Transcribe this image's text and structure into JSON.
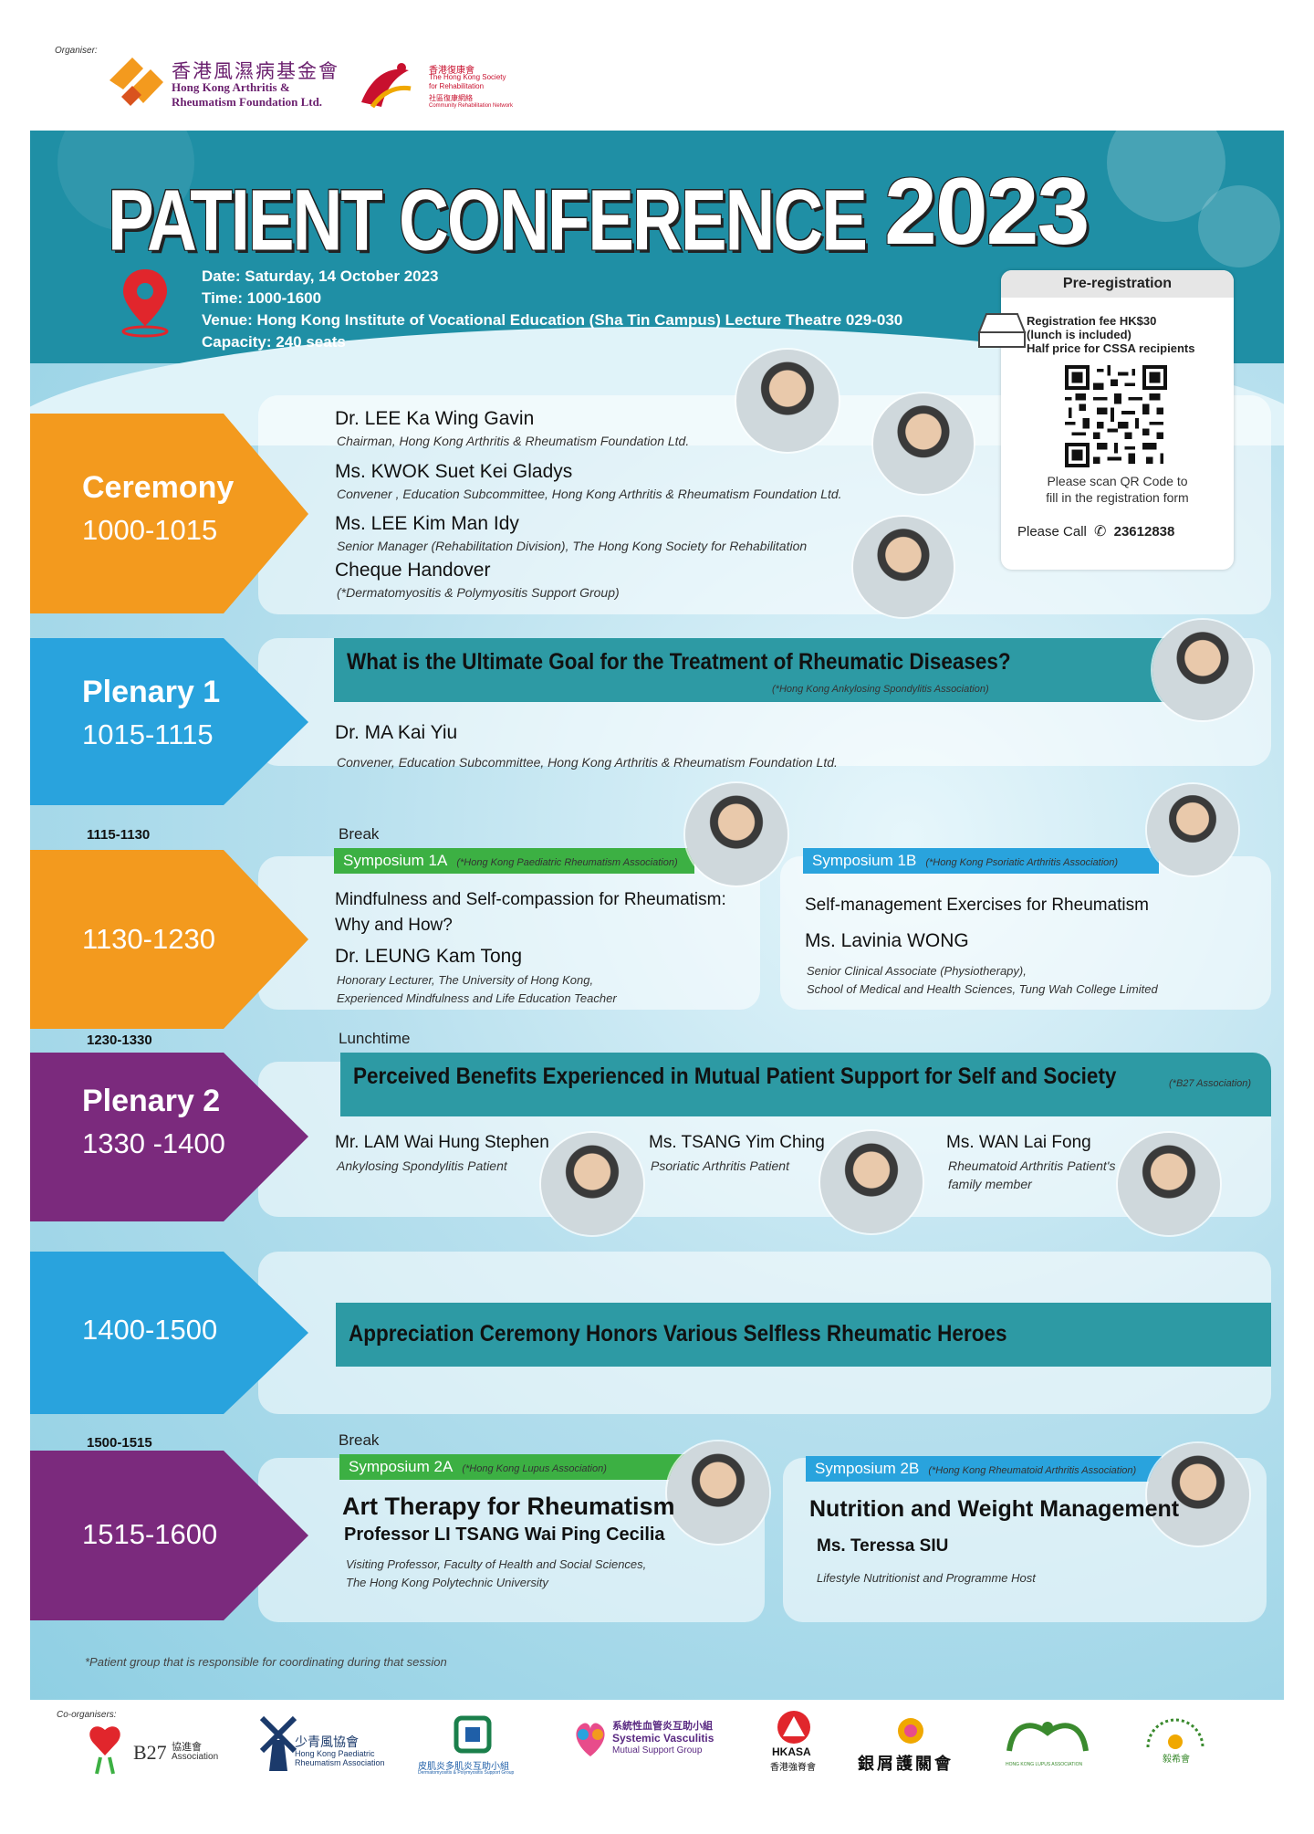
{
  "organiser": {
    "label": "Organiser:",
    "hkarf_chinese": "香港風濕病基金會",
    "hkarf_english_1": "Hong Kong Arthritis &",
    "hkarf_english_2": "Rheumatism Foundation Ltd.",
    "hksr_chinese": "香港復康會",
    "hksr_english_1": "The Hong Kong Society",
    "hksr_english_2": "for Rehabilitation",
    "hksr_chinese_2": "社區復康網絡",
    "hksr_english_3": "Community Rehabilitation Network"
  },
  "title": {
    "main": "PATIENT CONFERENCE",
    "year": "2023"
  },
  "info": {
    "date": "Date: Saturday, 14 October 2023",
    "time": "Time: 1000-1600",
    "venue": "Venue: Hong Kong Institute of Vocational Education (Sha Tin Campus) Lecture Theatre 029-030",
    "capacity": "Capacity: 240 seats"
  },
  "prereg": {
    "heading": "Pre-registration",
    "fee": "Registration fee HK$30",
    "lunch": "(lunch is included)",
    "half": "Half price for CSSA recipients",
    "scan_1": "Please scan QR Code to",
    "scan_2": "fill in the registration form",
    "call_label": "Please Call",
    "phone": "23612838"
  },
  "ceremony": {
    "label": "Ceremony",
    "time": "1000-1015",
    "speakers": [
      {
        "name": "Dr. LEE Ka Wing Gavin",
        "role": "Chairman, Hong Kong Arthritis & Rheumatism Foundation Ltd."
      },
      {
        "name": "Ms. KWOK Suet Kei Gladys",
        "role": "Convener , Education Subcommittee, Hong Kong Arthritis & Rheumatism Foundation Ltd."
      },
      {
        "name": "Ms. LEE Kim Man Idy",
        "role": "Senior Manager (Rehabilitation Division), The Hong Kong Society for Rehabilitation"
      },
      {
        "name": "Cheque Handover",
        "role": "(*Dermatomyositis & Polymyositis Support Group)"
      }
    ]
  },
  "plenary1": {
    "label": "Plenary 1",
    "time": "1015-1115",
    "topic": "What is the Ultimate Goal for the Treatment of Rheumatic Diseases?",
    "group": "(*Hong Kong Ankylosing Spondylitis Association)",
    "speaker": "Dr. MA Kai Yiu",
    "role": "Convener, Education Subcommittee, Hong Kong Arthritis & Rheumatism Foundation Ltd."
  },
  "break1": {
    "time": "1115-1130",
    "label": "Break"
  },
  "session1130": {
    "time": "1130-1230",
    "a": {
      "tag": "Symposium 1A",
      "group": "(*Hong Kong Paediatric Rheumatism Association)",
      "topic_1": "Mindfulness and Self-compassion for Rheumatism:",
      "topic_2": "Why and How?",
      "speaker": "Dr. LEUNG Kam Tong",
      "role_1": "Honorary Lecturer, The University of Hong Kong,",
      "role_2": "Experienced Mindfulness and Life Education Teacher"
    },
    "b": {
      "tag": "Symposium 1B",
      "group": "(*Hong Kong Psoriatic Arthritis Association)",
      "topic": "Self-management Exercises for Rheumatism",
      "speaker": "Ms. Lavinia WONG",
      "role_1": "Senior Clinical Associate (Physiotherapy),",
      "role_2": "School of Medical and Health Sciences, Tung Wah College Limited"
    }
  },
  "lunch": {
    "time": "1230-1330",
    "label": "Lunchtime"
  },
  "plenary2": {
    "label": "Plenary 2",
    "time": "1330 -1400",
    "topic": "Perceived Benefits Experienced in Mutual Patient Support for Self and Society",
    "group": "(*B27 Association)",
    "speakers": [
      {
        "name": "Mr. LAM Wai Hung Stephen",
        "role": "Ankylosing Spondylitis Patient"
      },
      {
        "name": "Ms. TSANG Yim Ching",
        "role": "Psoriatic Arthritis Patient"
      },
      {
        "name": "Ms. WAN Lai Fong",
        "role_1": "Rheumatoid Arthritis Patient's",
        "role_2": "family member"
      }
    ]
  },
  "appreciation": {
    "time": "1400-1500",
    "topic": "Appreciation Ceremony Honors Various Selfless Rheumatic Heroes"
  },
  "break2": {
    "time": "1500-1515",
    "label": "Break"
  },
  "session1515": {
    "time": "1515-1600",
    "a": {
      "tag": "Symposium 2A",
      "group": "(*Hong Kong Lupus Association)",
      "topic": "Art Therapy for Rheumatism",
      "speaker": "Professor LI TSANG Wai Ping Cecilia",
      "role_1": "Visiting Professor,  Faculty of Health and Social Sciences,",
      "role_2": "The Hong Kong Polytechnic University"
    },
    "b": {
      "tag": "Symposium 2B",
      "group": "(*Hong Kong Rheumatoid Arthritis Association)",
      "topic": "Nutrition and Weight Management",
      "speaker": "Ms. Teressa SIU",
      "role": "Lifestyle Nutritionist and Programme Host"
    }
  },
  "footnote": "*Patient group that is responsible for coordinating during that session",
  "coorganisers": {
    "label": "Co-organisers:",
    "b27": "B27",
    "b27_chinese": "協進會",
    "b27_sub": "Association",
    "paed_chinese": "少青風協會",
    "paed_en_1": "Hong Kong Paediatric",
    "paed_en_2": "Rheumatism Association",
    "derm_chinese": "皮肌炎多肌炎互助小組",
    "derm_en": "Dermatomyositis & Polymyositis Support Group",
    "vasc_chinese": "系統性血管炎互助小組",
    "vasc_en_1": "Systemic Vasculitis",
    "vasc_en_2": "Mutual Support Group",
    "hkasa": "HKASA",
    "hkasa_chinese": "香港強脊會",
    "psor_chinese": "銀屑護關會",
    "lupus_en": "HONG KONG LUPUS ASSOCIATION",
    "ra_chinese": "毅希會"
  },
  "colors": {
    "orange": "#f39a1e",
    "blue": "#29a3dd",
    "purple": "#7b2a7d",
    "teal": "#2d9aa4",
    "green": "#3cb043",
    "header": "#1f8fa5"
  }
}
